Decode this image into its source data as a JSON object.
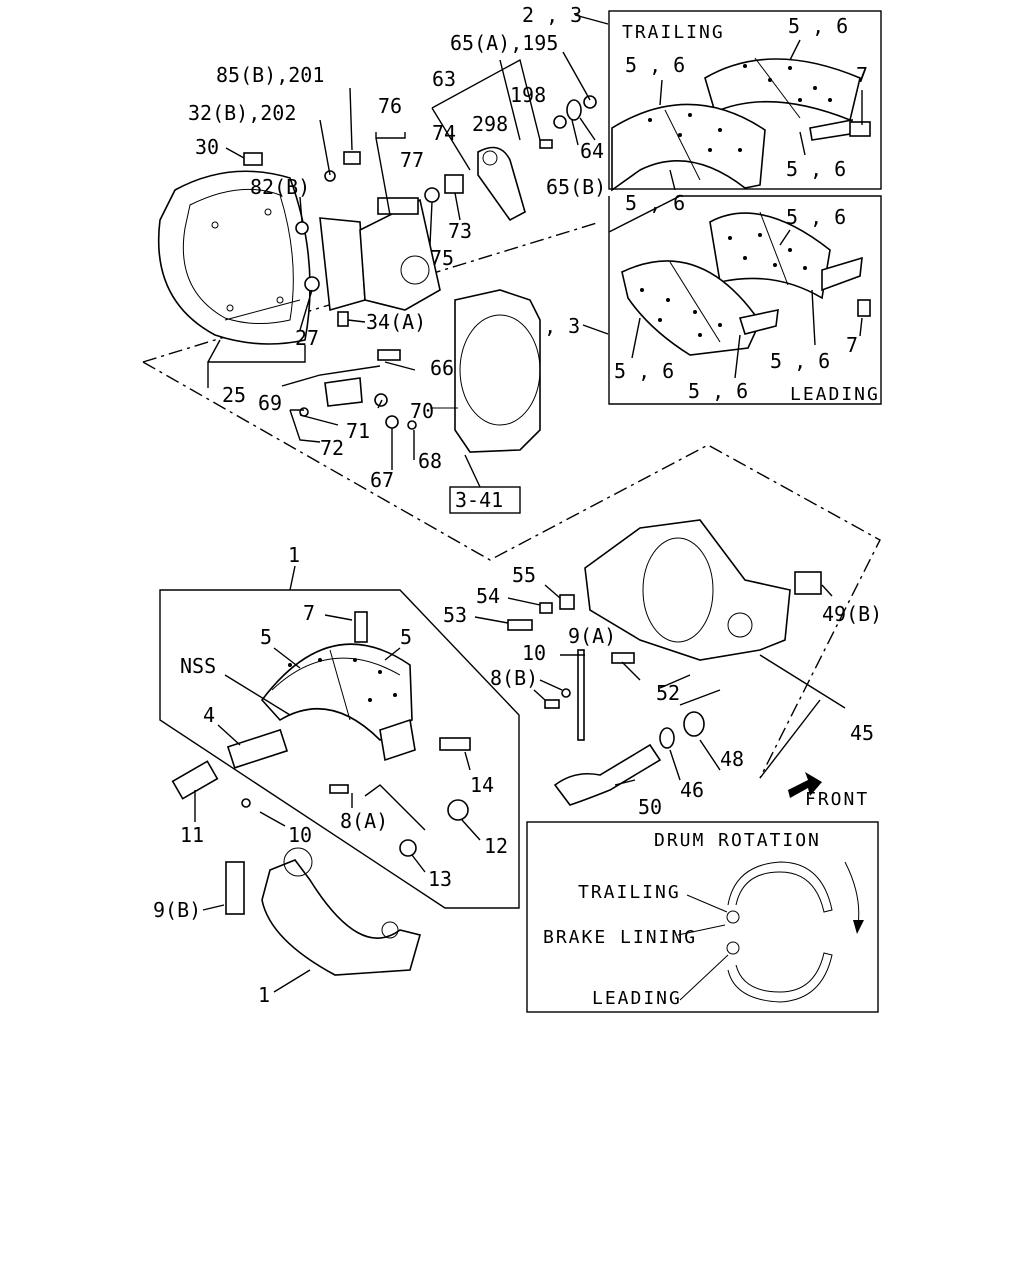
{
  "labels": {
    "l_2_3_top": "2 , 3",
    "l_65a_195": "65(A),195",
    "l_85b_201": "85(B),201",
    "l_32b_202": "32(B),202",
    "l_30": "30",
    "l_76": "76",
    "l_63": "63",
    "l_198": "198",
    "l_298": "298",
    "l_74": "74",
    "l_77": "77",
    "l_82b": "82(B)",
    "l_64": "64",
    "l_65b": "65(B)",
    "l_73": "73",
    "l_75": "75",
    "l_34a": "34(A)",
    "l_27": "27",
    "l_66": "66",
    "l_25": "25",
    "l_69": "69",
    "l_70": "70",
    "l_71": "71",
    "l_72": "72",
    "l_68": "68",
    "l_67": "67",
    "l_3_41": "3-41",
    "l_1_top": "1",
    "l_7": "7",
    "l_5_left": "5",
    "l_5_right": "5",
    "l_nss": "NSS",
    "l_4": "4",
    "l_11": "11",
    "l_10_lower": "10",
    "l_8a": "8(A)",
    "l_14": "14",
    "l_12": "12",
    "l_13": "13",
    "l_9b": "9(B)",
    "l_1_bottom": "1",
    "l_55": "55",
    "l_54": "54",
    "l_53": "53",
    "l_9a": "9(A)",
    "l_10_upper": "10",
    "l_8b": "8(B)",
    "l_52": "52",
    "l_49b": "49(B)",
    "l_45": "45",
    "l_48": "48",
    "l_46": "46",
    "l_50": "50",
    "l_front": "FRONT"
  },
  "trailing_box": {
    "title": "TRAILING",
    "l_56_top_right": "5 , 6",
    "l_56_top_left": "5 , 6",
    "l_7": "7",
    "l_56_mid_right": "5 , 6",
    "l_56_bottom_left": "5 , 6"
  },
  "leading_box": {
    "title": "LEADING",
    "l_56_top": "5 , 6",
    "l_2_3": "2 , 3",
    "l_7": "7",
    "l_56_left": "5 , 6",
    "l_56_mid": "5 , 6",
    "l_56_right": "5 , 6"
  },
  "rotation_box": {
    "title": "DRUM ROTATION",
    "trailing": "TRAILING",
    "brake_lining": "BRAKE LINING",
    "leading": "LEADING"
  },
  "icons": [
    "front-arrow-icon",
    "rotation-arrow-icon"
  ]
}
